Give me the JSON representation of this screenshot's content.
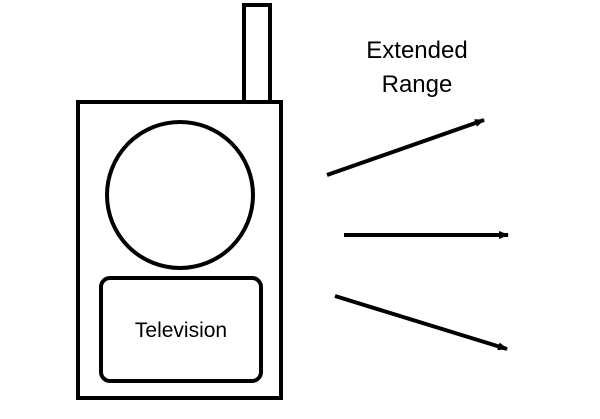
{
  "diagram": {
    "range_label_line1": "Extended",
    "range_label_line2": "Range",
    "screen_label": "Television"
  },
  "colors": {
    "stroke": "#000000",
    "background": "#ffffff"
  },
  "icons": {
    "device": "walkie-talkie-icon",
    "antenna": "antenna-icon",
    "speaker": "speaker-circle-icon",
    "signal": "arrow-icon"
  }
}
